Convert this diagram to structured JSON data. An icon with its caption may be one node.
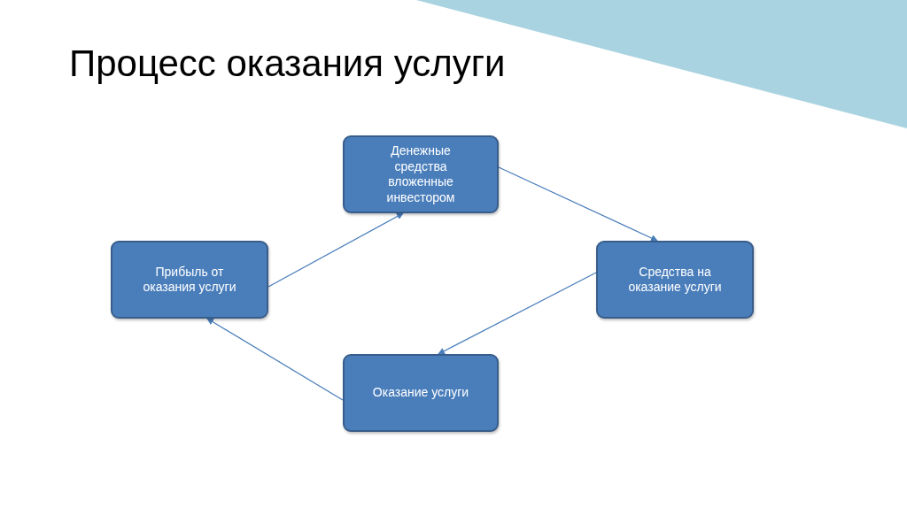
{
  "diagram": {
    "title": "Процесс оказания услуги",
    "nodes": [
      {
        "text": [
          "Денежные средства вложенные инвестором"
        ]
      },
      {
        "text": [
          "Средства на оказание услуги"
        ]
      },
      {
        "text": [
          "Оказание услуги"
        ]
      },
      {
        "text": [
          "Прибыль от оказания услуги"
        ]
      }
    ],
    "edges": [
      {
        "from": 0,
        "to": 1,
        "arrow": "to"
      },
      {
        "from": 1,
        "to": 2,
        "arrow": "to"
      },
      {
        "from": 2,
        "to": 3,
        "arrow": "to"
      },
      {
        "from": 3,
        "to": 0,
        "arrow": "to"
      }
    ]
  }
}
